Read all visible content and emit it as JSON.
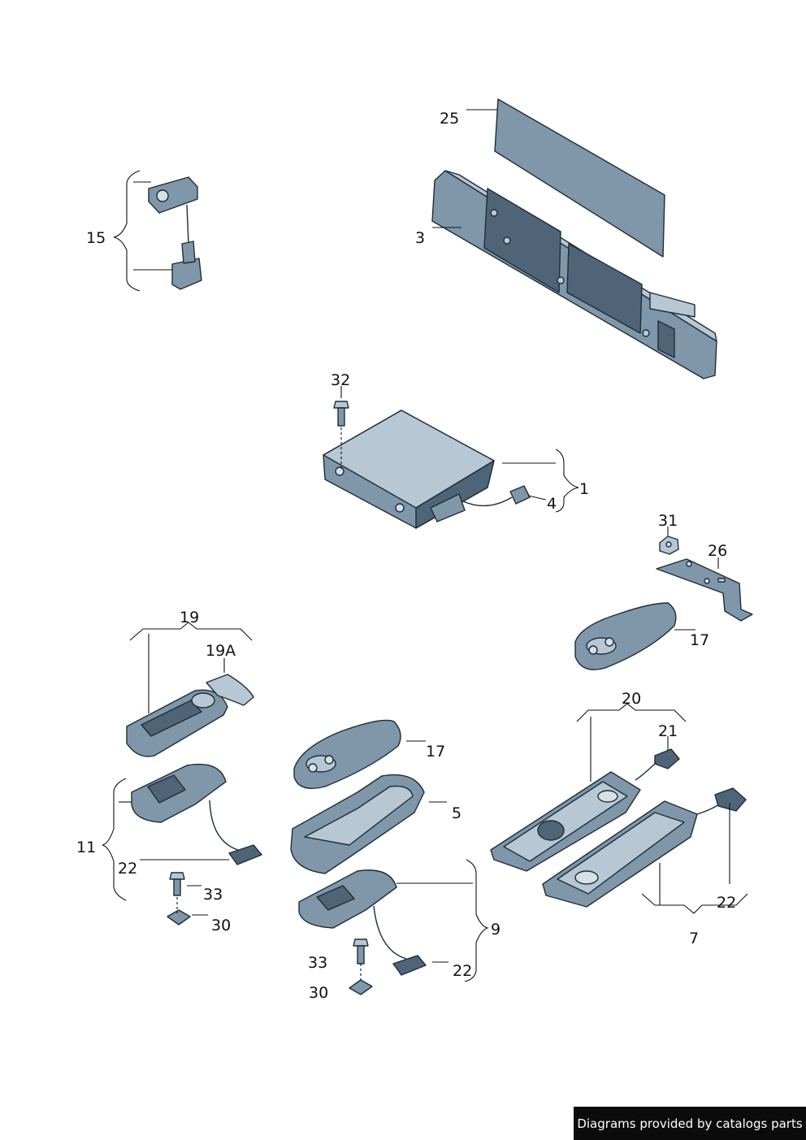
{
  "labels": {
    "l25": "25",
    "l3": "3",
    "l15": "15",
    "l32": "32",
    "l1": "1",
    "l4": "4",
    "l31": "31",
    "l26": "26",
    "l17a": "17",
    "l19": "19",
    "l19a": "19A",
    "l20": "20",
    "l21": "21",
    "l17b": "17",
    "l5": "5",
    "l11": "11",
    "l22a": "22",
    "l33a": "33",
    "l30a": "30",
    "l9": "9",
    "l22b": "22",
    "l33b": "33",
    "l30b": "30",
    "l22c": "22",
    "l7": "7"
  },
  "footer": "Diagrams provided by catalogs parts"
}
